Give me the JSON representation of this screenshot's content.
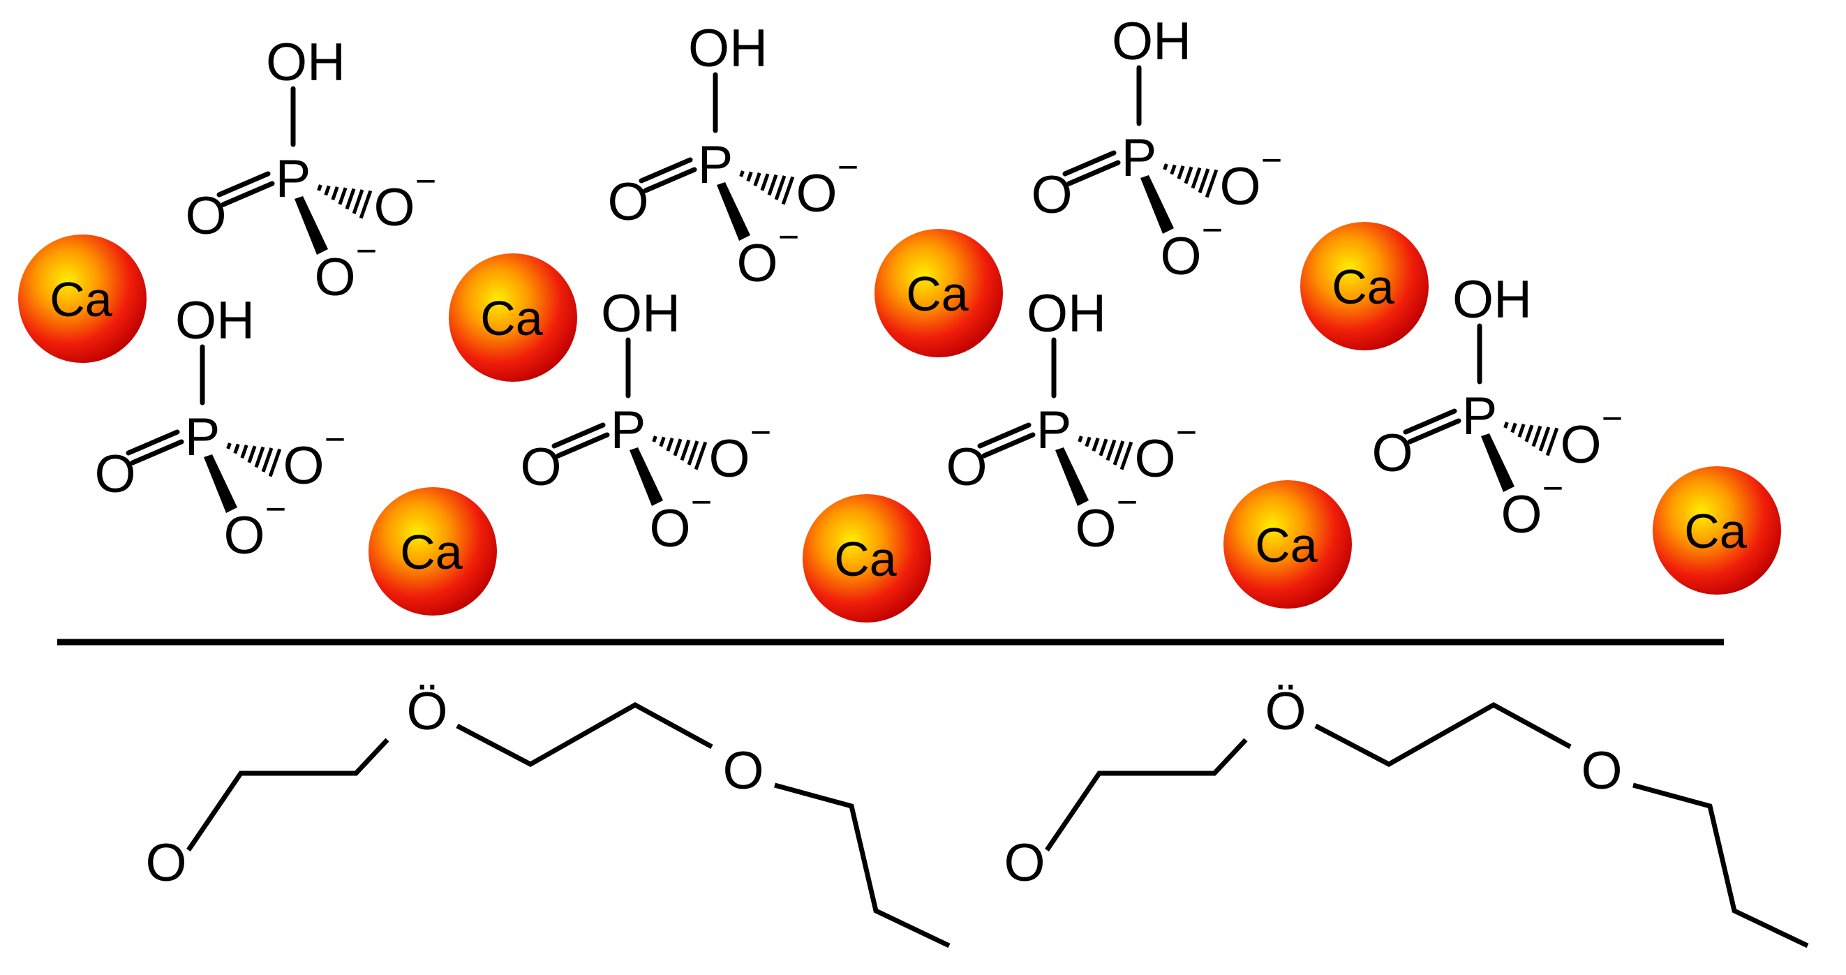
{
  "labels": {
    "calcium": "Ca",
    "hydroxyl": "OH",
    "phosphorus": "P",
    "oxygen": "O",
    "negative_charge": "−",
    "ether_oxygen": "Ö"
  },
  "colors": {
    "ion_center": "#ffee00",
    "ion_edge": "#e01010",
    "ink": "#000000",
    "background": "#ffffff"
  },
  "phosphate_groups": 7,
  "calcium_ions": 8,
  "polymer_chains": 2
}
